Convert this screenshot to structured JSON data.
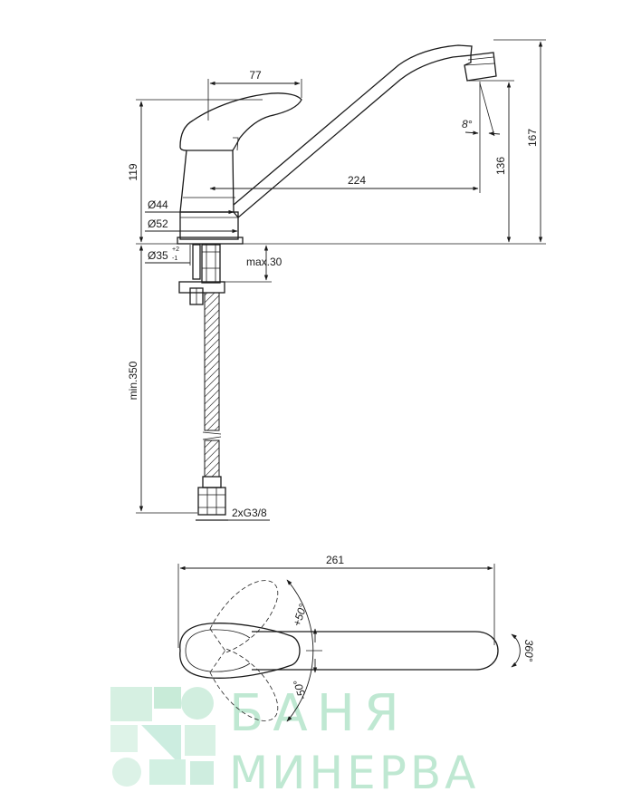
{
  "dimensions": {
    "lever_reach": "77",
    "body_height": "119",
    "diameter_44": "Ø44",
    "diameter_52": "Ø52",
    "hole_diameter": "Ø35",
    "hole_tol_upper": "+2",
    "hole_tol_lower": "-1",
    "max_deck": "max.30",
    "min_hose": "min.350",
    "hose_thread": "2xG3/8",
    "spout_reach": "224",
    "spout_angle": "8°",
    "outlet_height": "136",
    "total_height": "167",
    "top_length": "261",
    "lever_plus": "+50°",
    "lever_minus": "-50°",
    "swivel": "360°"
  },
  "watermark": {
    "line1": "БАНЯ",
    "line2": "МИНЕРВА",
    "color": "#bfe8d2"
  }
}
